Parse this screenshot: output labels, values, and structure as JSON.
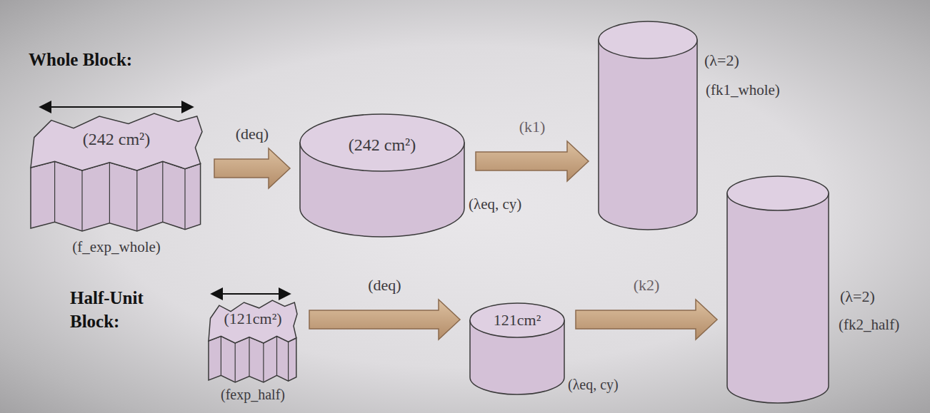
{
  "diagram": {
    "nodes": [
      {
        "text": [
          "(242 cm²)",
          "(f_exp_whole)"
        ]
      },
      {
        "text": [
          "(242 cm²)",
          "(λeq, cy)"
        ]
      },
      {
        "text": [
          "(λ=2)",
          "(fk1_whole)"
        ]
      },
      {
        "text": [
          "(121cm²)",
          "(fexp_half)"
        ]
      },
      {
        "text": [
          "121cm²",
          "(λeq, cy)"
        ]
      },
      {
        "text": [
          "(λ=2)",
          "(fk2_half)"
        ]
      }
    ],
    "edges": [
      {
        "from": 0,
        "to": 1,
        "arrow": "to",
        "label": "(deq)"
      },
      {
        "from": 1,
        "to": 2,
        "arrow": "to",
        "label": "(k1)"
      },
      {
        "from": 3,
        "to": 4,
        "arrow": "to",
        "label": "(deq)"
      },
      {
        "from": 4,
        "to": 5,
        "arrow": "to",
        "label": "(k2)"
      }
    ],
    "labels": [
      "Whole Block:",
      "Half-Unit Block:"
    ]
  }
}
